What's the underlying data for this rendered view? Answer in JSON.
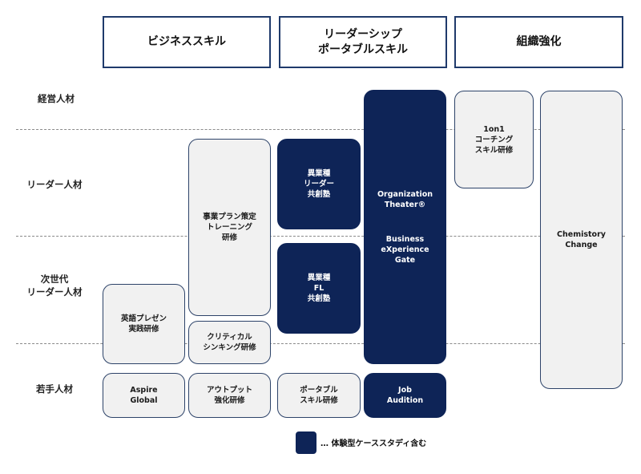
{
  "columns": [
    {
      "label": "ビジネススキル"
    },
    {
      "label": "リーダーシップ\nポータブルスキル"
    },
    {
      "label": "組織強化"
    }
  ],
  "rows": [
    {
      "label": "経営人材"
    },
    {
      "label": "リーダー人材"
    },
    {
      "label": "次世代\nリーダー人材"
    },
    {
      "label": "若手人材"
    }
  ],
  "programs": {
    "english_presentation": {
      "label": "英語プレゼン\n実践研修",
      "style": "standard"
    },
    "aspire_global": {
      "label": "Aspire\nGlobal",
      "style": "standard"
    },
    "business_plan": {
      "label": "事業プラン策定\nトレーニング\n研修",
      "style": "standard"
    },
    "critical_thinking": {
      "label": "クリティカル\nシンキング研修",
      "style": "standard"
    },
    "output_training": {
      "label": "アウトプット\n強化研修",
      "style": "standard"
    },
    "cross_industry_leader": {
      "label": "異業種\nリーダー\n共創塾",
      "style": "case-study"
    },
    "cross_industry_fl": {
      "label": "異業種\nFL\n共創塾",
      "style": "case-study"
    },
    "portable_skill": {
      "label": "ポータブル\nスキル研修",
      "style": "standard"
    },
    "organization_theater": {
      "label": "Organization\nTheater®",
      "style": "case-study"
    },
    "business_experience_gate": {
      "label": "Business\neXperience\nGate",
      "style": "case-study"
    },
    "job_audition": {
      "label": "Job\nAudition",
      "style": "case-study"
    },
    "one_on_one_coaching": {
      "label": "1on1\nコーチング\nスキル研修",
      "style": "standard"
    },
    "chemistory_change": {
      "label": "Chemistory\nChange",
      "style": "standard"
    }
  },
  "legend": {
    "text": "… 体験型ケーススタディ含む",
    "color": "#0e2457"
  },
  "colors": {
    "dark_fill": "#0e2457",
    "light_fill": "#f1f1f1",
    "border": "#2d4369"
  }
}
